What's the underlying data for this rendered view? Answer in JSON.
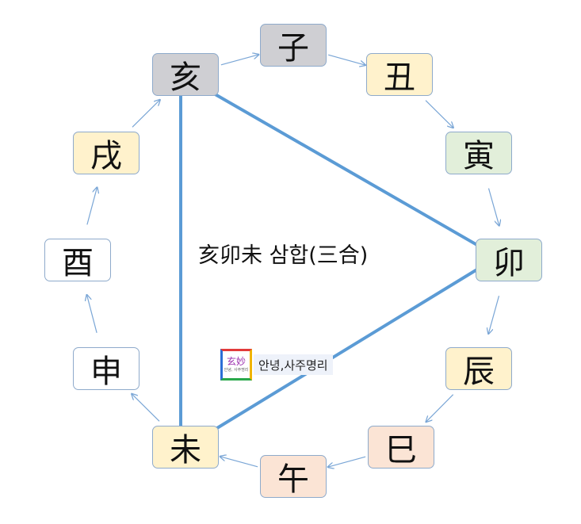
{
  "diagram": {
    "title": "亥卯未  삼합(三合)",
    "branches": [
      {
        "key": "ja",
        "char": "子",
        "fill": "#cfcfd3"
      },
      {
        "key": "chuk",
        "char": "丑",
        "fill": "#fff2cc"
      },
      {
        "key": "in",
        "char": "寅",
        "fill": "#e2efda"
      },
      {
        "key": "myo",
        "char": "卯",
        "fill": "#e2efda"
      },
      {
        "key": "jin",
        "char": "辰",
        "fill": "#fff2cc"
      },
      {
        "key": "sa",
        "char": "巳",
        "fill": "#fbe4d5"
      },
      {
        "key": "o",
        "char": "午",
        "fill": "#fbe4d5"
      },
      {
        "key": "mi",
        "char": "未",
        "fill": "#fff2cc"
      },
      {
        "key": "sin",
        "char": "申",
        "fill": "#ffffff"
      },
      {
        "key": "yu",
        "char": "酉",
        "fill": "#ffffff"
      },
      {
        "key": "sul",
        "char": "戌",
        "fill": "#fff2cc"
      },
      {
        "key": "hae",
        "char": "亥",
        "fill": "#cfcfd3"
      }
    ],
    "triangle": {
      "vertices": [
        "亥",
        "卯",
        "未"
      ],
      "color": "#5b9bd5"
    },
    "arrow_color": "#7aa6d6"
  },
  "watermark": {
    "logo_text": "玄妙",
    "logo_subtext": "안녕, 사주명리",
    "text": "안녕,사주명리"
  }
}
